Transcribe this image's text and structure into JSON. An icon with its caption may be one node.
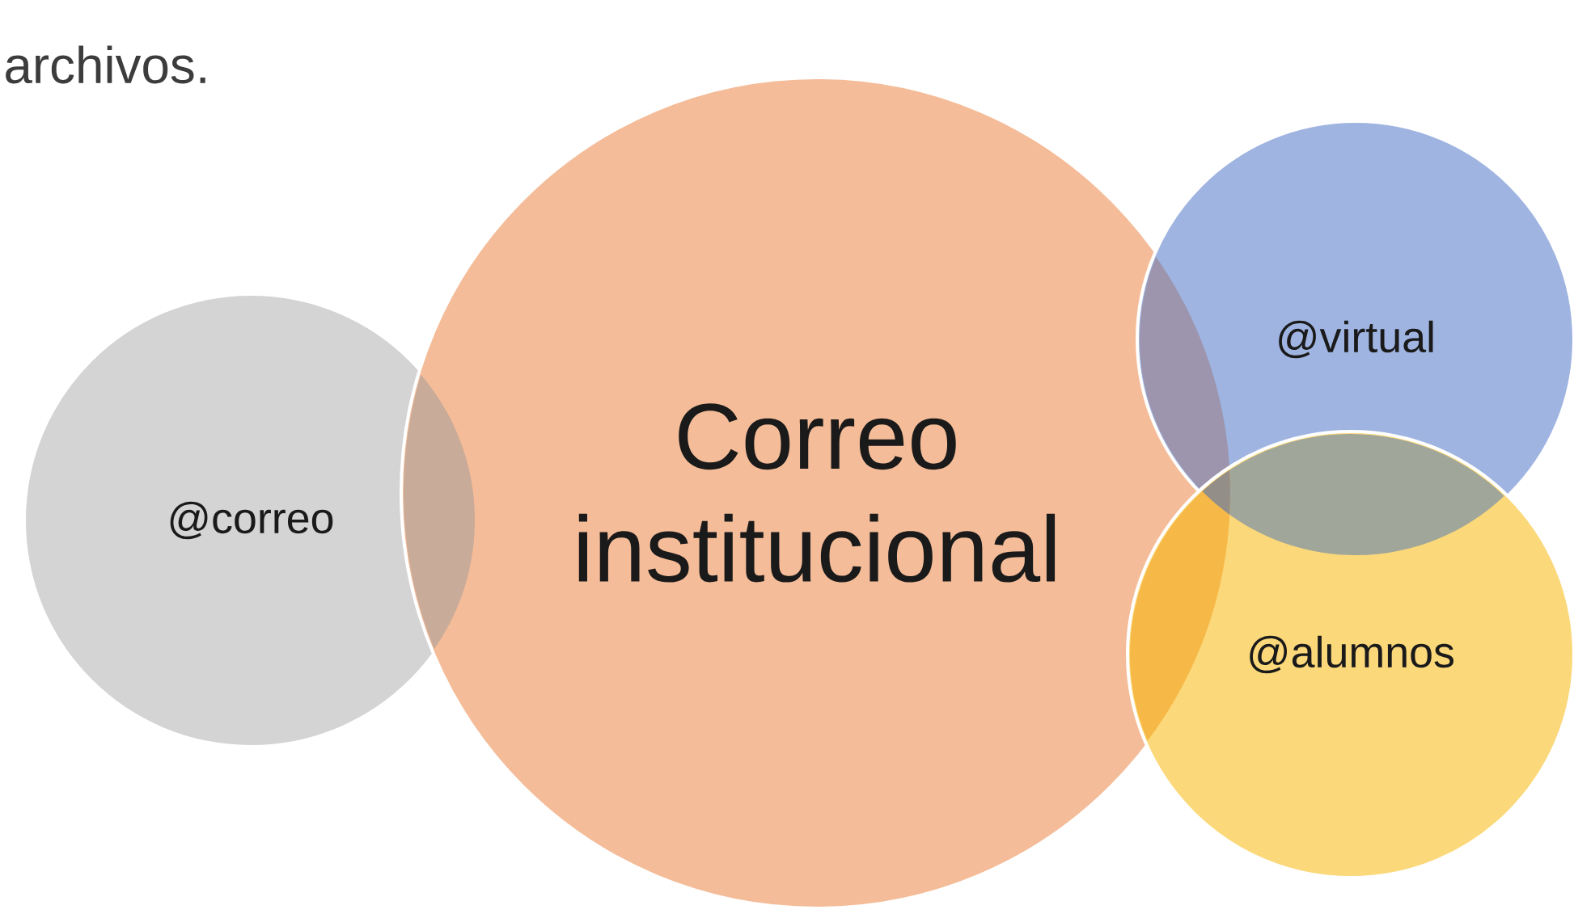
{
  "diagram": {
    "nodes": [
      {
        "text": [
          "@correo"
        ]
      },
      {
        "text": [
          "Correo institucional"
        ]
      },
      {
        "text": [
          "@virtual"
        ]
      },
      {
        "text": [
          "@alumnos"
        ]
      }
    ],
    "labels": [
      "archivos."
    ]
  }
}
